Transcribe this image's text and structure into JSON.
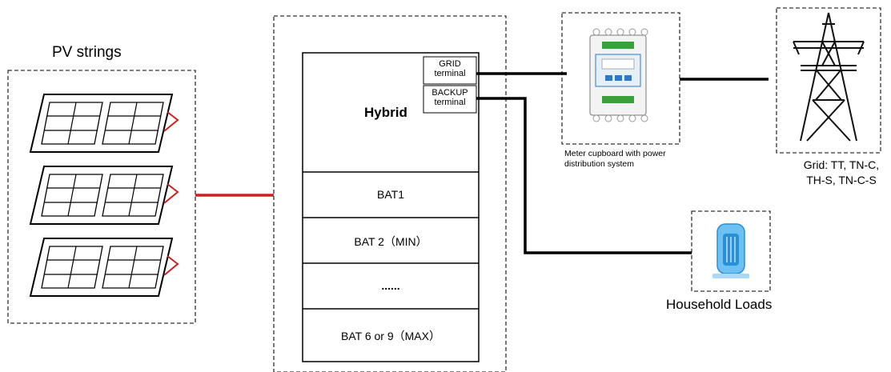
{
  "pv": {
    "title": "PV strings"
  },
  "hybrid": {
    "label": "Hybrid",
    "grid_terminal": [
      "GRID",
      "terminal"
    ],
    "backup_terminal": [
      "BACKUP",
      "terminal"
    ],
    "batteries": [
      "BAT1",
      "BAT 2（MIN）",
      "......",
      "BAT 6 or 9（MAX）"
    ]
  },
  "meter": {
    "caption_lines": [
      "Meter cupboard with power",
      "distribution system"
    ]
  },
  "grid": {
    "caption_lines": [
      "Grid: TT, TN-C,",
      "TH-S, TN-C-S"
    ]
  },
  "loads": {
    "caption": "Household Loads"
  },
  "colors": {
    "pv_cable": "#cc1f1f",
    "cable": "#000000",
    "meter_accent": "#2f78c4",
    "meter_green": "#3aa03a",
    "load_blue": "#2a8fd8"
  },
  "icons": [
    "solar-panel-icon",
    "energy-meter-icon",
    "transmission-tower-icon",
    "household-load-icon"
  ]
}
